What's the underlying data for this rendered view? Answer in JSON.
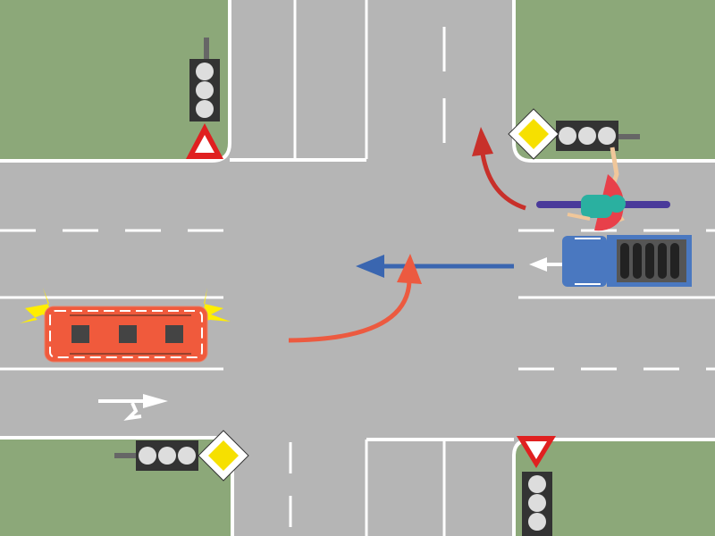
{
  "scene": {
    "type": "intersection-diagram",
    "colors": {
      "road": "#b5b5b5",
      "grass": "#8ca879",
      "marking": "#ffffff",
      "fire_truck": "#f05a3c",
      "beacon": "#ffee00",
      "truck": "#4a78c0",
      "red_arrow": "#c8302a",
      "orange_arrow": "#ec5a40",
      "blue_arrow": "#3a66b0",
      "cyclist_shirt": "#e8404a"
    },
    "traffic_lights": [
      {
        "position": "top-left",
        "state": "off"
      },
      {
        "position": "top-right",
        "state": "off"
      },
      {
        "position": "bottom-left",
        "state": "off"
      },
      {
        "position": "bottom-right",
        "state": "off"
      }
    ],
    "signs": [
      {
        "position": "top-left",
        "icon": "warning-triangle-icon"
      },
      {
        "position": "top-right",
        "icon": "priority-road-icon"
      },
      {
        "position": "bottom-left",
        "icon": "priority-road-icon"
      },
      {
        "position": "bottom-right",
        "icon": "yield-sign-icon"
      }
    ],
    "vehicles": [
      {
        "name": "fire-truck",
        "icon": "emergency-vehicle-icon",
        "beacons": "on"
      },
      {
        "name": "truck",
        "icon": "truck-icon"
      },
      {
        "name": "cyclist",
        "icon": "bicycle-icon"
      }
    ],
    "paths": [
      {
        "vehicle": "cyclist",
        "icon": "arrow-turn-left-icon"
      },
      {
        "vehicle": "truck",
        "icon": "arrow-straight-icon"
      },
      {
        "vehicle": "fire-truck",
        "icon": "arrow-turn-left-icon"
      }
    ]
  }
}
